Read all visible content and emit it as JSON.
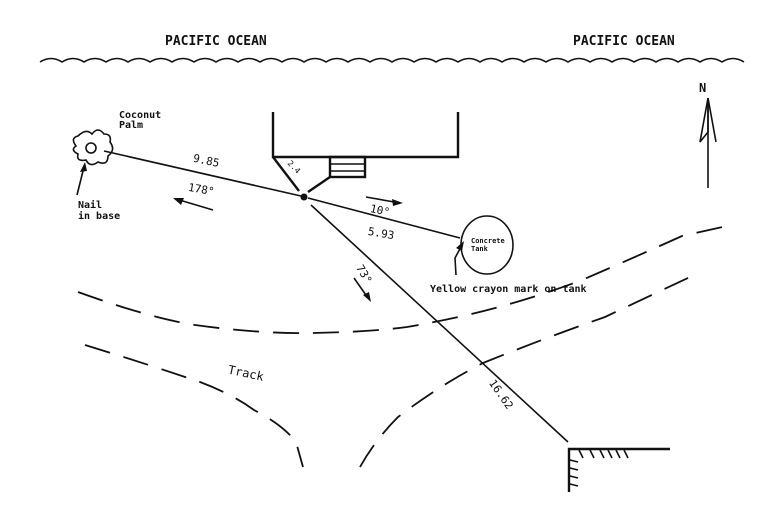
{
  "labels": {
    "ocean_left": "PACIFIC OCEAN",
    "ocean_right": "PACIFIC OCEAN",
    "north": "N",
    "palm_line1": "Coconut",
    "palm_line2": "Palm",
    "nail_line1": "Nail",
    "nail_line2": "in base",
    "tank_line1": "Concrete",
    "tank_line2": "Tank",
    "tank_mark": "Yellow crayon mark on tank",
    "track": "Track"
  },
  "measurements": {
    "palm_distance": "9.85",
    "palm_bearing": "178°",
    "tank_bearing": "10°",
    "tank_distance": "5.93",
    "building_offset": "2.4",
    "corner_bearing": "73°",
    "corner_distance": "16.62"
  }
}
